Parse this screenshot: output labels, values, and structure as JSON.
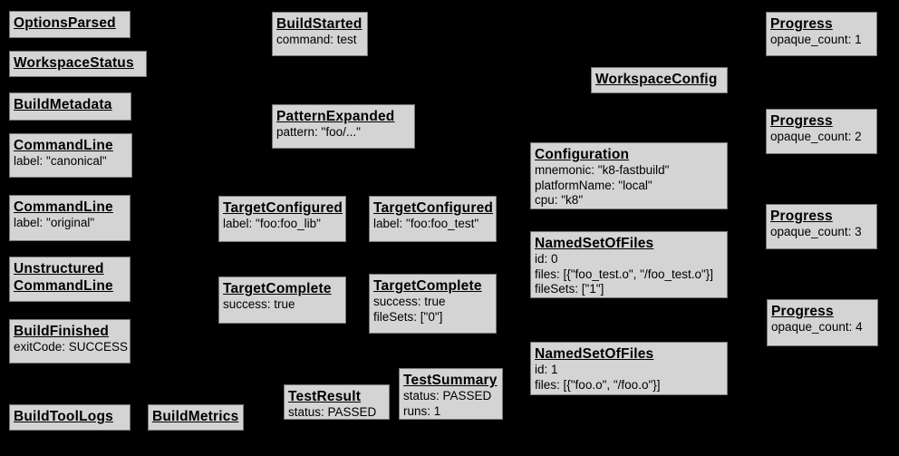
{
  "diagram": {
    "kind": "event-graph",
    "background": "black",
    "edges_visible": false
  },
  "colors": {
    "background": "#000000",
    "node_fill": "#d4d4d4",
    "node_border": "#777777",
    "text": "#000000"
  },
  "nodes": [
    {
      "id": "options-parsed",
      "title": "OptionsParsed",
      "fields": []
    },
    {
      "id": "workspace-status",
      "title": "WorkspaceStatus",
      "fields": []
    },
    {
      "id": "build-metadata",
      "title": "BuildMetadata",
      "fields": []
    },
    {
      "id": "command-line-canonical",
      "title": "CommandLine",
      "fields": [
        "label: \"canonical\""
      ]
    },
    {
      "id": "command-line-original",
      "title": "CommandLine",
      "fields": [
        "label: \"original\""
      ]
    },
    {
      "id": "unstructured-command-line",
      "title": "Unstructured\nCommandLine",
      "fields": []
    },
    {
      "id": "build-finished",
      "title": "BuildFinished",
      "fields": [
        "exitCode: SUCCESS"
      ]
    },
    {
      "id": "build-tool-logs",
      "title": "BuildToolLogs",
      "fields": []
    },
    {
      "id": "build-metrics",
      "title": "BuildMetrics",
      "fields": []
    },
    {
      "id": "build-started",
      "title": "BuildStarted",
      "fields": [
        "command: test"
      ]
    },
    {
      "id": "pattern-expanded",
      "title": "PatternExpanded",
      "fields": [
        "pattern: \"foo/...\""
      ]
    },
    {
      "id": "target-configured-foo-lib",
      "title": "TargetConfigured",
      "fields": [
        "label: \"foo:foo_lib\""
      ]
    },
    {
      "id": "target-configured-foo-test",
      "title": "TargetConfigured",
      "fields": [
        "label: \"foo:foo_test\""
      ]
    },
    {
      "id": "target-complete-foo-lib",
      "title": "TargetComplete",
      "fields": [
        "success: true"
      ]
    },
    {
      "id": "target-complete-foo-test",
      "title": "TargetComplete",
      "fields": [
        "success: true",
        "fileSets: [\"0\"]"
      ]
    },
    {
      "id": "test-result",
      "title": "TestResult",
      "fields": [
        "status: PASSED"
      ]
    },
    {
      "id": "test-summary",
      "title": "TestSummary",
      "fields": [
        "status: PASSED",
        "runs: 1"
      ]
    },
    {
      "id": "workspace-config",
      "title": "WorkspaceConfig",
      "fields": []
    },
    {
      "id": "configuration",
      "title": "Configuration",
      "fields": [
        "mnemonic: \"k8-fastbuild\"",
        "platformName: \"local\"",
        "cpu: \"k8\""
      ]
    },
    {
      "id": "named-set-of-files-0",
      "title": "NamedSetOfFiles",
      "fields": [
        "id: 0",
        "files: [{\"foo_test.o\", \"/foo_test.o\"}]",
        "fileSets: [\"1\"]"
      ]
    },
    {
      "id": "named-set-of-files-1",
      "title": "NamedSetOfFiles",
      "fields": [
        "id: 1",
        "files: [{\"foo.o\", \"/foo.o\"}]"
      ]
    },
    {
      "id": "progress-1",
      "title": "Progress",
      "fields": [
        "opaque_count: 1"
      ]
    },
    {
      "id": "progress-2",
      "title": "Progress",
      "fields": [
        "opaque_count: 2"
      ]
    },
    {
      "id": "progress-3",
      "title": "Progress",
      "fields": [
        "opaque_count: 3"
      ]
    },
    {
      "id": "progress-4",
      "title": "Progress",
      "fields": [
        "opaque_count: 4"
      ]
    }
  ]
}
